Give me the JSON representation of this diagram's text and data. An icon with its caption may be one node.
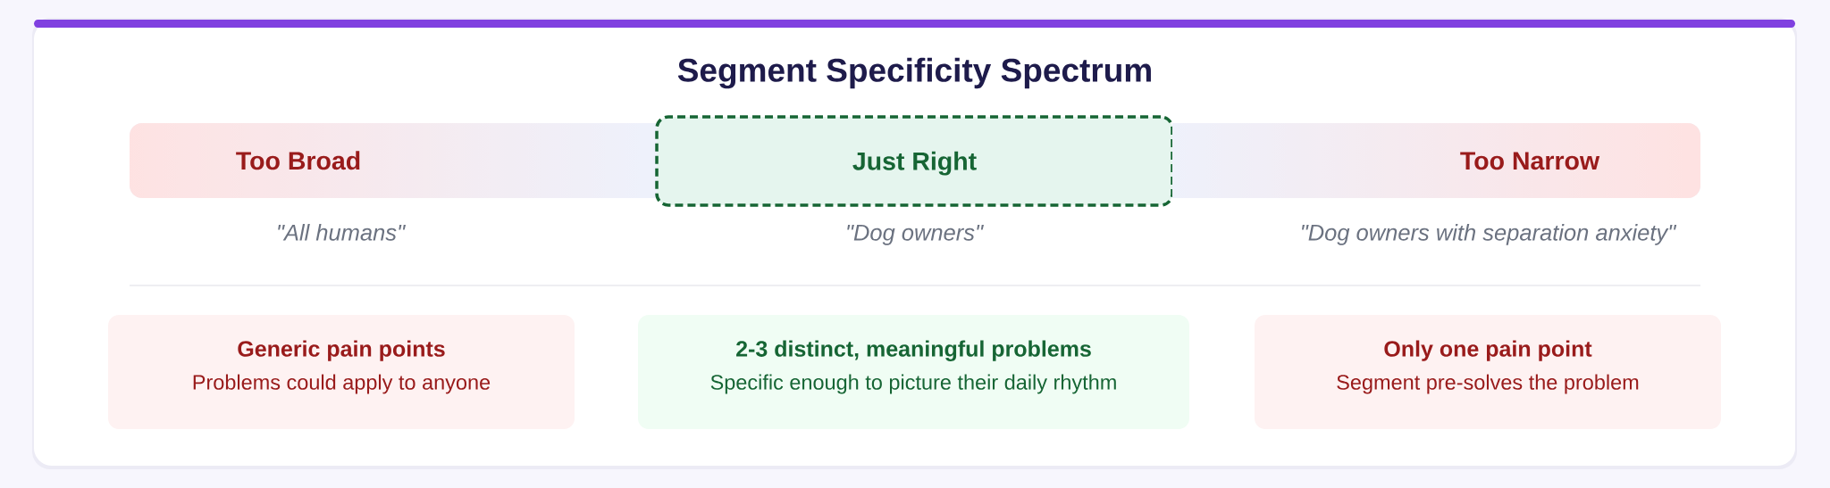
{
  "diagram": {
    "title": "Segment Specificity Spectrum",
    "nodes": [
      {
        "text": [
          "Too Broad"
        ],
        "beside": [
          "\"All humans\""
        ]
      },
      {
        "text": [
          "Just Right"
        ],
        "beside": [
          "\"Dog owners\""
        ]
      },
      {
        "text": [
          "Too Narrow"
        ],
        "beside": [
          "\"Dog owners with separation anxiety\""
        ]
      },
      {
        "text": [
          "Generic pain points",
          "Problems could apply to anyone"
        ]
      },
      {
        "text": [
          "2-3 distinct, meaningful problems",
          "Specific enough to picture their daily rhythm"
        ]
      },
      {
        "text": [
          "Only one pain point",
          "Segment pre-solves the problem"
        ]
      }
    ]
  }
}
